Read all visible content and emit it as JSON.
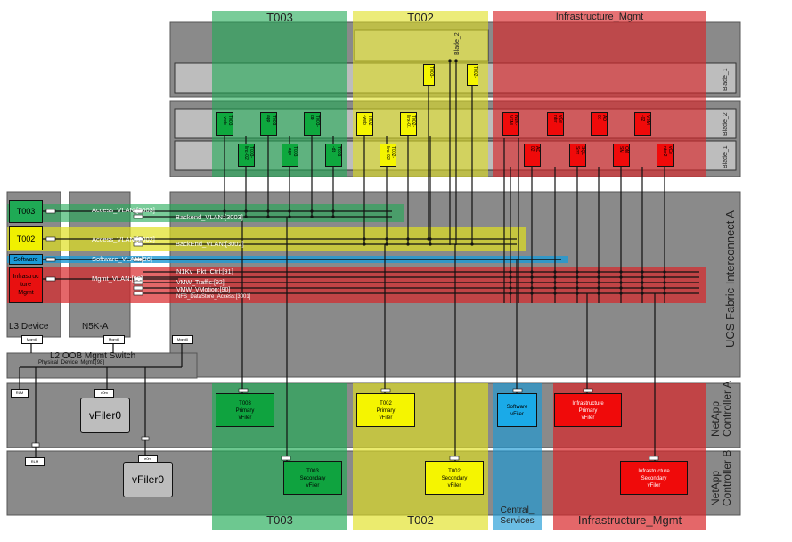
{
  "colors": {
    "t003": "#1faa55",
    "t002": "#e0e020",
    "infra": "#d9262a",
    "software": "#1b9ad6",
    "gray": "#8a8a8a",
    "dark": "#111111"
  },
  "zones_top": {
    "t003": "T003",
    "t002": "T002",
    "infra": "Infrastructure_Mgmt"
  },
  "zones_bottom": {
    "t003": "T003",
    "t002": "T002",
    "central_line1": "Central_",
    "central_line2": "Services",
    "infra": "Infrastructure_Mgmt"
  },
  "blades": {
    "chassis1_blade2": "Blade_2",
    "chassis1_blade1": "Blade_1",
    "chassis2_blade2": "Blade_2",
    "chassis2_blade1": "Blade_1"
  },
  "right_labels": {
    "ucs": "UCS Fabric Interconnect A",
    "netapp_a1": "NetApp",
    "netapp_a2": "Controller A",
    "netapp_b1": "NetApp",
    "netapp_b2": "Controller B"
  },
  "devices": {
    "t003": "T003",
    "t002": "T002",
    "software": "Software",
    "infra_line1": "Infrastruc",
    "infra_line2": "ture",
    "infra_line3": "Mgmt",
    "l3": "L3 Device",
    "n5k": "N5K-A",
    "mgmt0_a": "Mgmt0",
    "mgmt0_b": "Mgmt0",
    "mgmt0_c": "Mgmt0",
    "oob": "L2 OOB Mgmt Switch",
    "phys_vlan": "Physical_Device_Mgmt:[98]"
  },
  "vlans": {
    "access_t003": "Access_VLAN:[2003]",
    "backend_t003": "Backend_VLAN:[3003]",
    "access_t002": "Access_VLAN:[2002]",
    "backend_t002": "BackEnd_VLAN:[3002]",
    "software": "Software_VLAN:[96]",
    "mgmt": "Mgmt_VLAN:[99]",
    "n1kv": "N1Kv_Pkt_Ctrl:[91]",
    "vmw_traffic": "VMW_Traffic:[92]",
    "vmw_vmotion": "VMW_VMotion:[90]",
    "nfs": "NFS_DataStore_Access:[3001]"
  },
  "vfilers": {
    "vfiler0_a": "vFiler0",
    "vfiler0_b": "vFiler0",
    "t003_primary": [
      "T003",
      "Primary",
      "vFiler"
    ],
    "t002_primary": [
      "T002",
      "Primary",
      "vFiler"
    ],
    "software": [
      "Software",
      "vFiler"
    ],
    "infra_primary": [
      "Infrastructure",
      "Primary",
      "vFiler"
    ],
    "t003_secondary": [
      "T003",
      "Secondary",
      "vFiler"
    ],
    "t002_secondary": [
      "T002",
      "Secondary",
      "vFiler"
    ],
    "infra_secondary": [
      "Infrastructure",
      "Secondary",
      "vFiler"
    ]
  },
  "small_ports": {
    "rlm_a": "RLM",
    "e0m_a": "e0m",
    "rlm_b": "RLM",
    "e0m_b": "e0m"
  },
  "vms_chassis1": {
    "t003_vm": "T003-",
    "t002_vm": "T002-"
  },
  "vms_blade2": {
    "t003_a": [
      "T003",
      "-web"
    ],
    "t003_b": [
      "T003-",
      "app"
    ],
    "t003_c": [
      "T003-",
      "db"
    ],
    "t002_a": [
      "T002",
      "-web"
    ],
    "t002_b": [
      "T002-",
      "linx-01"
    ],
    "infra_a": [
      "N1K-",
      "VSM"
    ],
    "infra_b": [
      "vCe",
      "nter"
    ],
    "infra_c": [
      "AD",
      "01"
    ],
    "infra_d": [
      "VSM",
      "-02"
    ]
  },
  "vms_blade1": {
    "t003_a": [
      "T003-",
      "linx-02"
    ],
    "t003_b": [
      "T003",
      "-app"
    ],
    "t003_c": [
      "T003",
      "-db"
    ],
    "t002_a": [
      "T002-",
      "linx-02"
    ],
    "infra_a": [
      "AD",
      "02"
    ],
    "infra_b": [
      "SQL",
      "Srvr"
    ],
    "infra_c": [
      "OM",
      "SM"
    ],
    "infra_d": [
      "vCe",
      "nter2"
    ]
  }
}
